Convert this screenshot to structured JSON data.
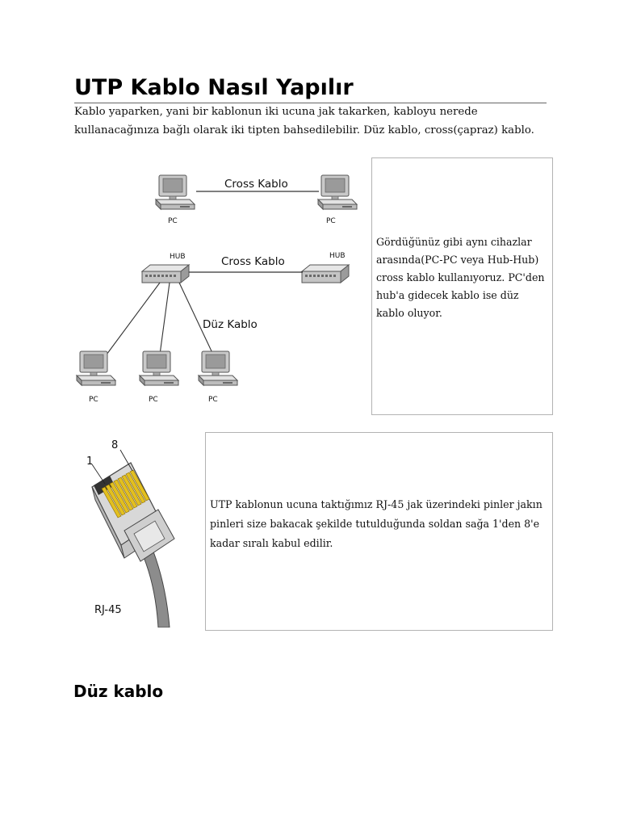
{
  "page": {
    "title": "UTP Kablo Nasıl Yapılır",
    "intro": "Kablo yaparken, yani bir kablonun iki ucuna jak takarken, kabloyu nerede kullanacağınıza bağlı olarak iki tipten bahsedilebilir. Düz kablo, cross(çapraz) kablo.",
    "subheading": "Düz kablo"
  },
  "network_figure": {
    "cross_label_top": "Cross Kablo",
    "cross_label_hub": "Cross Kablo",
    "straight_label": "Düz Kablo",
    "hub_label": "HUB",
    "pc_label": "PC"
  },
  "network_note": "Gördüğünüz gibi aynı cihazlar arasında(PC-PC veya Hub-Hub) cross kablo kullanıyoruz. PC'den hub'a gidecek kablo ise düz kablo oluyor.",
  "rj45_figure": {
    "pin_first": "1",
    "pin_last": "8",
    "connector_label": "RJ-45"
  },
  "rj45_note": "UTP kablonun ucuna taktığımız RJ-45 jak üzerindeki pinler jakın pinleri size bakacak şekilde tutulduğunda soldan sağa 1'den 8'e kadar sıralı kabul edilir."
}
